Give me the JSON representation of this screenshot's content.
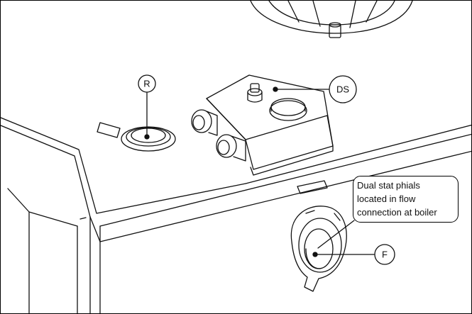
{
  "markers": {
    "r": "R",
    "ds": "DS",
    "f": "F"
  },
  "note": {
    "lines": [
      "Dual stat phials",
      "located in flow",
      "connection at boiler"
    ]
  },
  "colors": {
    "line": "#111111",
    "background": "#ffffff"
  }
}
